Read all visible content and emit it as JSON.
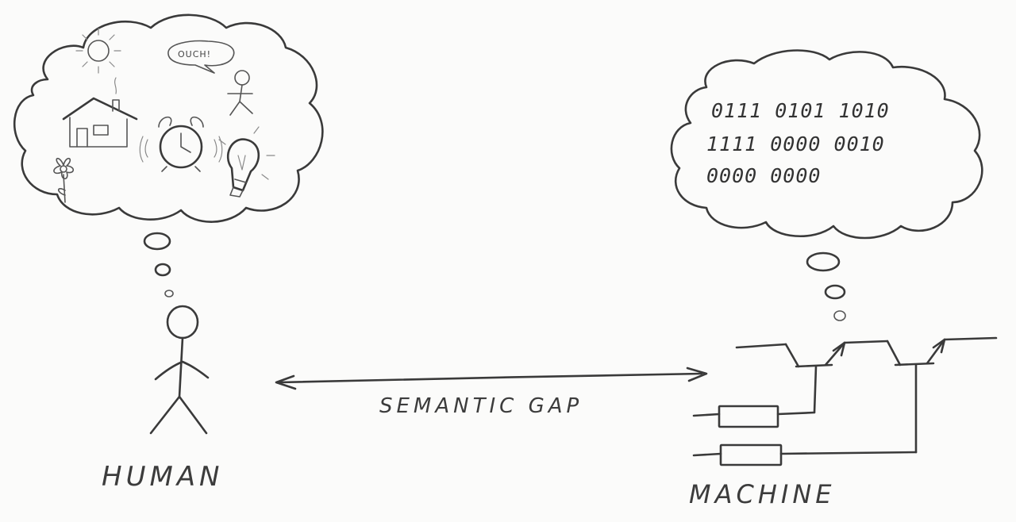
{
  "labels": {
    "human": "HUMAN",
    "machine": "MACHINE",
    "gap": "SEMANTIC GAP",
    "speech": "OUCH!"
  },
  "binary_lines": [
    "0111 0101 1010",
    "1111 0000 0010",
    "0000 0000"
  ],
  "colors": {
    "paper": "#fbfbfa",
    "pencil": "#3a3a3a"
  }
}
